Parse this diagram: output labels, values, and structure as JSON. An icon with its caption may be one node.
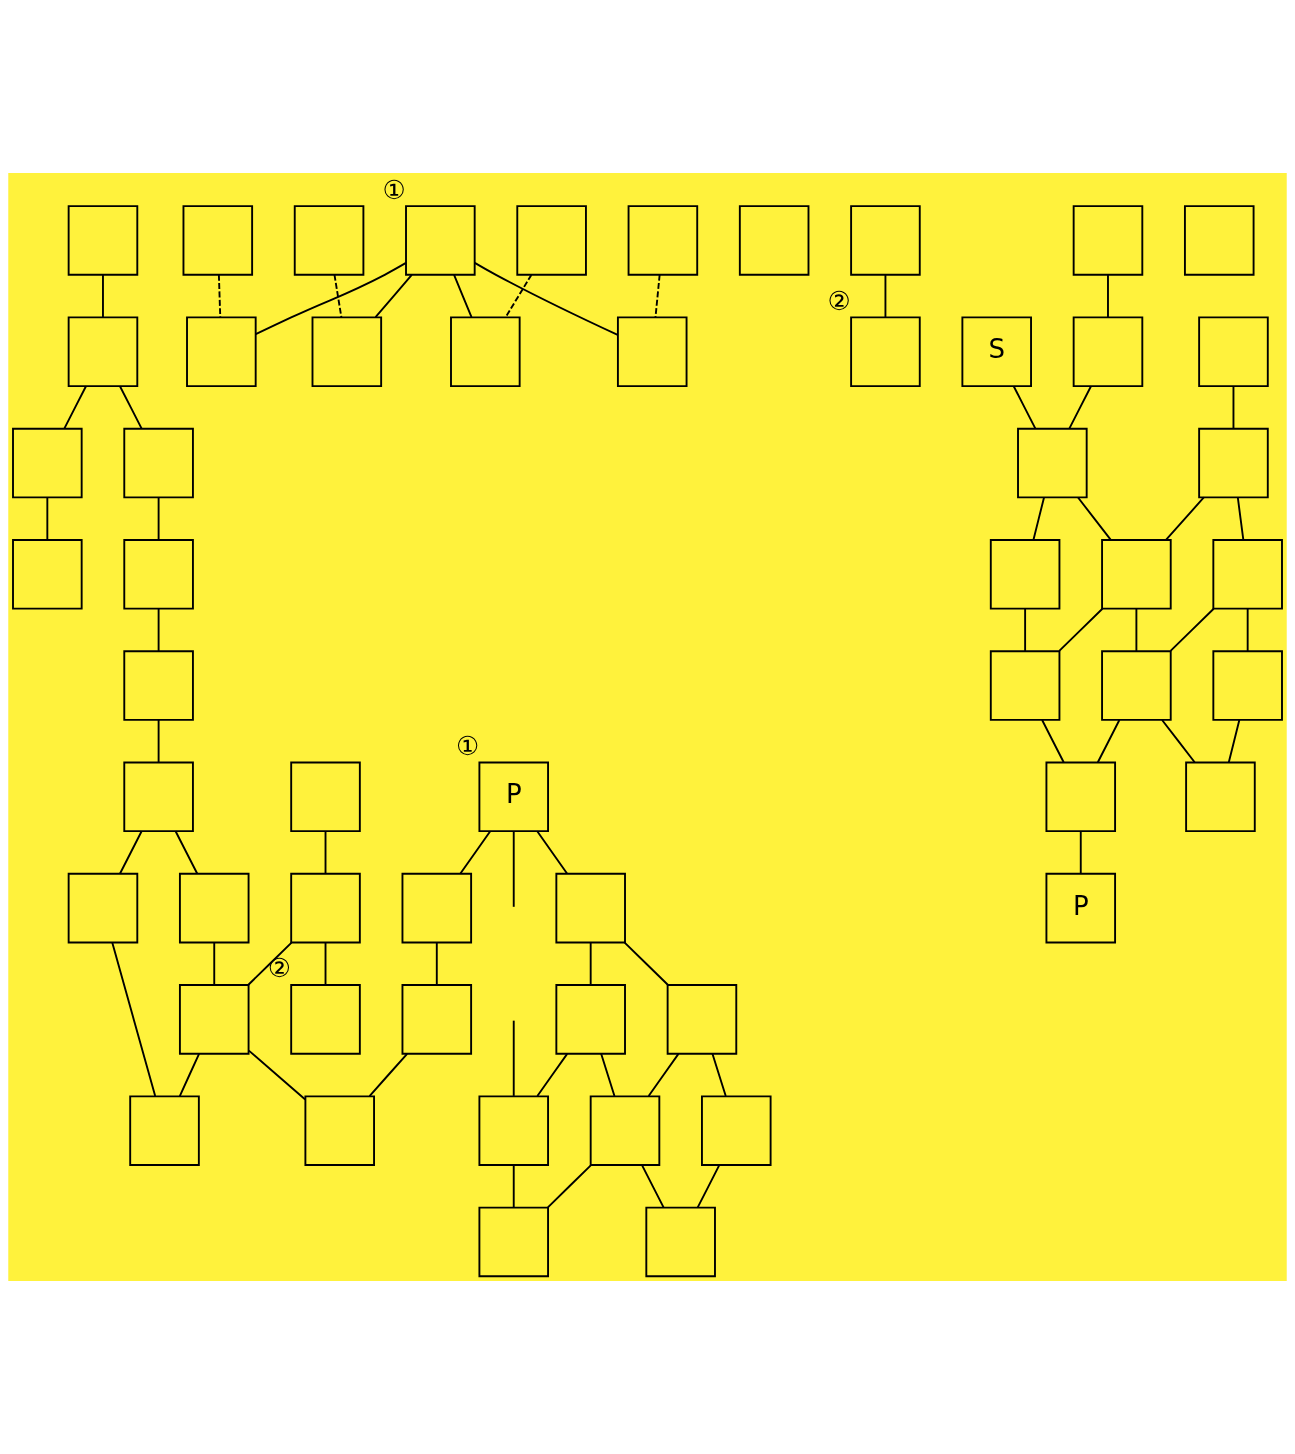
{
  "diagram": {
    "nodes": [
      {
        "text": [],
        "shape": "box"
      },
      {
        "text": [],
        "shape": "box"
      },
      {
        "text": [],
        "shape": "box"
      },
      {
        "text": [],
        "shape": "box"
      },
      {
        "text": [],
        "shape": "box"
      },
      {
        "text": [],
        "shape": "box"
      },
      {
        "text": [],
        "shape": "box"
      },
      {
        "text": [],
        "shape": "box"
      },
      {
        "text": [],
        "shape": "box"
      },
      {
        "text": [],
        "shape": "box"
      },
      {
        "text": [],
        "shape": "box",
        "beside": [
          "①"
        ]
      },
      {
        "text": [],
        "shape": "box"
      },
      {
        "text": [],
        "shape": "box"
      },
      {
        "text": [],
        "shape": "box"
      },
      {
        "text": [],
        "shape": "box"
      },
      {
        "text": [],
        "shape": "box"
      },
      {
        "text": [],
        "shape": "box"
      },
      {
        "text": [],
        "shape": "box"
      },
      {
        "text": [],
        "shape": "box"
      },
      {
        "text": [],
        "shape": "box"
      },
      {
        "text": [],
        "shape": "box"
      },
      {
        "text": [],
        "shape": "box",
        "beside": [
          "②"
        ]
      },
      {
        "text": [],
        "shape": "box"
      },
      {
        "text": [],
        "shape": "box"
      },
      {
        "text": [],
        "shape": "box"
      },
      {
        "text": [],
        "shape": "box"
      },
      {
        "text": [],
        "shape": "box",
        "beside": [
          "②"
        ]
      },
      {
        "text": [],
        "shape": "box"
      },
      {
        "text": [
          "P"
        ],
        "beside": [
          "①"
        ]
      },
      {
        "text": [],
        "shape": "box"
      },
      {
        "text": [
          "S"
        ]
      },
      {
        "text": [],
        "shape": "box"
      },
      {
        "text": [],
        "shape": "box"
      },
      {
        "text": [],
        "shape": "box"
      },
      {
        "text": [],
        "shape": "box"
      },
      {
        "text": [],
        "shape": "box"
      },
      {
        "text": [],
        "shape": "box"
      },
      {
        "text": [],
        "shape": "box"
      },
      {
        "text": [],
        "shape": "box"
      },
      {
        "text": [],
        "shape": "box"
      },
      {
        "text": [],
        "shape": "box"
      },
      {
        "text": [],
        "shape": "box"
      },
      {
        "text": [],
        "shape": "box"
      },
      {
        "text": [],
        "shape": "box"
      },
      {
        "text": [],
        "shape": "box"
      },
      {
        "text": [],
        "shape": "box"
      },
      {
        "text": [],
        "shape": "box"
      },
      {
        "text": [],
        "shape": "box"
      },
      {
        "text": [],
        "shape": "box"
      },
      {
        "text": [],
        "shape": "box"
      },
      {
        "text": [
          "P"
        ]
      },
      {
        "text": [],
        "shape": "box"
      },
      {
        "text": [],
        "shape": "box"
      },
      {
        "text": [],
        "shape": "box"
      },
      {
        "text": [],
        "shape": "box"
      }
    ],
    "edges": [
      {
        "from": 0,
        "to": 1,
        "arrow": "none"
      },
      {
        "from": 1,
        "to": 2,
        "arrow": "none"
      },
      {
        "from": 1,
        "to": 6,
        "arrow": "none"
      },
      {
        "from": 2,
        "to": 7,
        "arrow": "none"
      },
      {
        "from": 6,
        "to": 11,
        "arrow": "none"
      },
      {
        "from": 11,
        "to": 14,
        "arrow": "none"
      },
      {
        "from": 14,
        "to": 15,
        "arrow": "none"
      },
      {
        "from": 15,
        "to": 16,
        "arrow": "none"
      },
      {
        "from": 15,
        "to": 22,
        "arrow": "none"
      },
      {
        "from": 19,
        "to": 20,
        "arrow": "none"
      },
      {
        "from": 20,
        "to": 21,
        "arrow": "none"
      },
      {
        "from": 20,
        "to": 23,
        "arrow": "none"
      },
      {
        "from": 22,
        "to": 23,
        "arrow": "none"
      },
      {
        "from": 23,
        "to": 24,
        "arrow": "none"
      },
      {
        "from": 16,
        "to": 24,
        "arrow": "none"
      },
      {
        "from": 23,
        "to": 27,
        "arrow": "none"
      },
      {
        "from": 28,
        "to": null,
        "arrow": "none"
      },
      {
        "from": 28,
        "to": 36,
        "arrow": "none"
      },
      {
        "from": 28,
        "to": 29,
        "arrow": "none"
      },
      {
        "from": 29,
        "to": 31,
        "arrow": "none"
      },
      {
        "from": 31,
        "to": 27,
        "arrow": "none"
      },
      {
        "from": null,
        "to": 38,
        "arrow": "none"
      },
      {
        "from": 36,
        "to": 37,
        "arrow": "none"
      },
      {
        "from": 37,
        "to": 38,
        "arrow": "none"
      },
      {
        "from": 36,
        "to": 43,
        "arrow": "none"
      },
      {
        "from": 37,
        "to": 44,
        "arrow": "none"
      },
      {
        "from": 38,
        "to": 45,
        "arrow": "none"
      },
      {
        "from": 43,
        "to": 44,
        "arrow": "none"
      },
      {
        "from": 44,
        "to": 45,
        "arrow": "none"
      },
      {
        "from": 43,
        "to": 51,
        "arrow": "none"
      },
      {
        "from": 44,
        "to": 52,
        "arrow": "none"
      },
      {
        "from": 51,
        "to": 52,
        "arrow": "none"
      },
      {
        "from": 10,
        "to": 8,
        "arrow": "none"
      },
      {
        "from": 10,
        "to": 9,
        "arrow": "none"
      },
      {
        "from": 10,
        "to": 12,
        "arrow": "none"
      },
      {
        "from": 10,
        "to": 13,
        "arrow": "none"
      },
      {
        "from": 3,
        "to": 8,
        "arrow": "none",
        "style": "dashed"
      },
      {
        "from": 4,
        "to": 9,
        "arrow": "none",
        "style": "dashed"
      },
      {
        "from": 17,
        "to": 12,
        "arrow": "none",
        "style": "dashed"
      },
      {
        "from": 18,
        "to": 13,
        "arrow": "none",
        "style": "dashed"
      },
      {
        "from": 25,
        "to": 26,
        "arrow": "none"
      },
      {
        "from": 30,
        "to": 34,
        "arrow": "none"
      },
      {
        "from": 32,
        "to": 33,
        "arrow": "none"
      },
      {
        "from": 33,
        "to": 34,
        "arrow": "none"
      },
      {
        "from": 34,
        "to": 35,
        "arrow": "none"
      },
      {
        "from": 39,
        "to": 40,
        "arrow": "none"
      },
      {
        "from": 40,
        "to": 41,
        "arrow": "none"
      },
      {
        "from": 41,
        "to": 42,
        "arrow": "none"
      },
      {
        "from": 34,
        "to": 41,
        "arrow": "none"
      },
      {
        "from": 35,
        "to": 42,
        "arrow": "none"
      },
      {
        "from": 40,
        "to": 47,
        "arrow": "none"
      },
      {
        "from": 41,
        "to": 48,
        "arrow": "none"
      },
      {
        "from": 42,
        "to": 49,
        "arrow": "none"
      },
      {
        "from": 47,
        "to": 48,
        "arrow": "none"
      },
      {
        "from": 48,
        "to": 49,
        "arrow": "none"
      },
      {
        "from": 49,
        "to": 50,
        "arrow": "none"
      },
      {
        "from": 47,
        "to": 53,
        "arrow": "none"
      },
      {
        "from": 48,
        "to": 54,
        "arrow": "none"
      },
      {
        "from": 53,
        "to": 54,
        "arrow": "none"
      }
    ]
  }
}
